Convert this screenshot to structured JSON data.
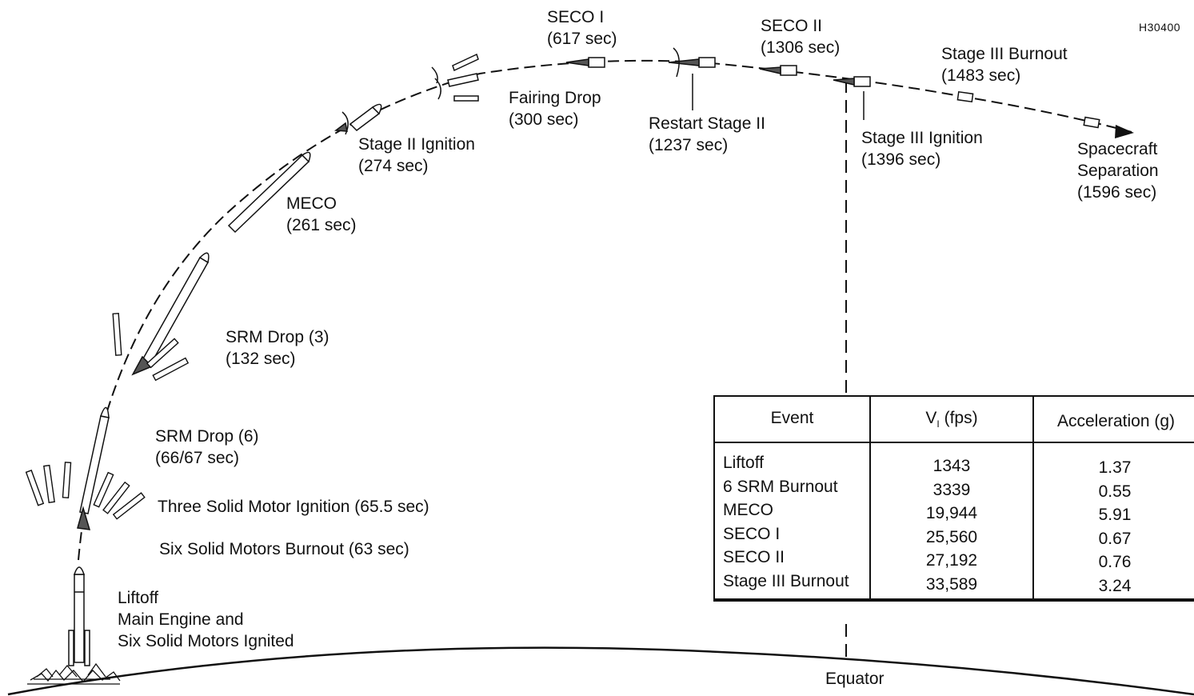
{
  "figure_id": "H30400",
  "events": {
    "liftoff": [
      "Liftoff",
      "Main Engine and",
      "Six Solid Motors Ignited"
    ],
    "six_burnout": "Six Solid Motors Burnout (63 sec)",
    "three_ignition": "Three Solid Motor Ignition (65.5 sec)",
    "srm_drop_6": [
      "SRM Drop (6)",
      "(66/67 sec)"
    ],
    "srm_drop_3": [
      "SRM Drop (3)",
      "(132 sec)"
    ],
    "meco": [
      "MECO",
      "(261 sec)"
    ],
    "stage2_ignition": [
      "Stage II Ignition",
      "(274 sec)"
    ],
    "fairing_drop": [
      "Fairing Drop",
      "(300 sec)"
    ],
    "seco1": [
      "SECO I",
      "(617 sec)"
    ],
    "restart_stage2": [
      "Restart Stage II",
      "(1237 sec)"
    ],
    "seco2": [
      "SECO II",
      "(1306 sec)"
    ],
    "stage3_ignition": [
      "Stage III Ignition",
      "(1396 sec)"
    ],
    "stage3_burnout": [
      "Stage III Burnout",
      "(1483 sec)"
    ],
    "spacecraft_separation": [
      "Spacecraft",
      "Separation",
      "(1596 sec)"
    ]
  },
  "equator_label": "Equator",
  "table": {
    "headers": {
      "event": "Event",
      "vi_symbol": "V",
      "vi_sub": "I",
      "vi_unit": " (fps)",
      "acceleration": "Acceleration (g)"
    },
    "rows": [
      {
        "event": "Liftoff",
        "vi": "1343",
        "acc": "1.37"
      },
      {
        "event": "6 SRM Burnout",
        "vi": "3339",
        "acc": "0.55"
      },
      {
        "event": "MECO",
        "vi": "19,944",
        "acc": "5.91"
      },
      {
        "event": "SECO I",
        "vi": "25,560",
        "acc": "0.67"
      },
      {
        "event": "SECO II",
        "vi": "27,192",
        "acc": "0.76"
      },
      {
        "event": "Stage III Burnout",
        "vi": "33,589",
        "acc": "3.24"
      }
    ]
  },
  "colors": {
    "ink": "#111111",
    "background": "#ffffff",
    "shading": "#bbbbbb"
  }
}
